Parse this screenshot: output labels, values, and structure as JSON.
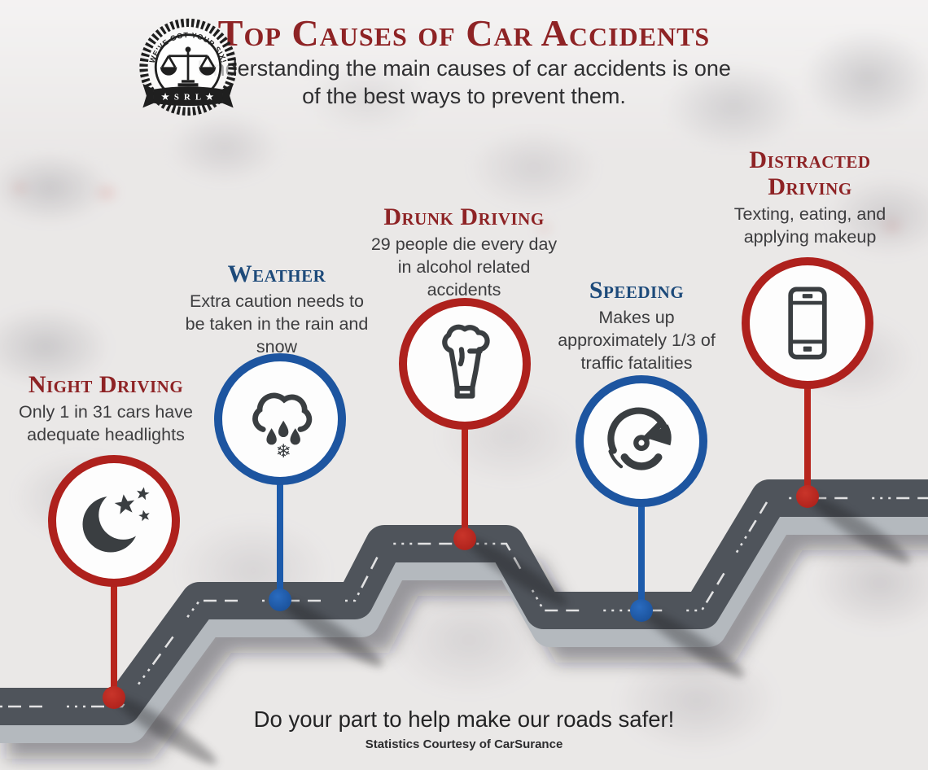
{
  "header": {
    "title": "Top Causes of Car Accidents",
    "subtitle": "Understanding the main causes of car accidents is one of the best ways to prevent them.",
    "logo": {
      "arc_text": "WE'VE GOT YOUR SIX!",
      "banner_text": "★ S R L ★"
    }
  },
  "causes": [
    {
      "title": "Night Driving",
      "description": "Only 1 in 31 cars have adequate headlights",
      "icon": "moon-stars-icon",
      "accent_color": "#ae211d",
      "heading_color": "#8e2325"
    },
    {
      "title": "Weather",
      "description": "Extra caution needs to be taken in the rain and snow",
      "icon": "rain-snow-cloud-icon",
      "accent_color": "#1d55a0",
      "heading_color": "#1d4a7a"
    },
    {
      "title": "Drunk Driving",
      "description": "29 people die every day in alcohol related accidents",
      "icon": "beer-glass-icon",
      "accent_color": "#ae211d",
      "heading_color": "#8e2325"
    },
    {
      "title": "Speeding",
      "description": "Makes up approximately 1/3 of traffic fatalities",
      "icon": "speedometer-icon",
      "accent_color": "#1d55a0",
      "heading_color": "#1d4a7a"
    },
    {
      "title": "Distracted Driving",
      "description": "Texting, eating, and applying makeup",
      "icon": "smartphone-icon",
      "accent_color": "#ae211d",
      "heading_color": "#8e2325"
    }
  ],
  "footer": {
    "message": "Do your part to help make our roads safer!",
    "credit": "Statistics Courtesy of CarSurance"
  },
  "colors": {
    "road": "#4f545b",
    "road_side": "#b4b9be",
    "heading_red": "#8e2325",
    "heading_blue": "#1d4a7a",
    "ring_red": "#ae211d",
    "ring_blue": "#1d55a0",
    "icon_gray": "#3a3e41"
  }
}
